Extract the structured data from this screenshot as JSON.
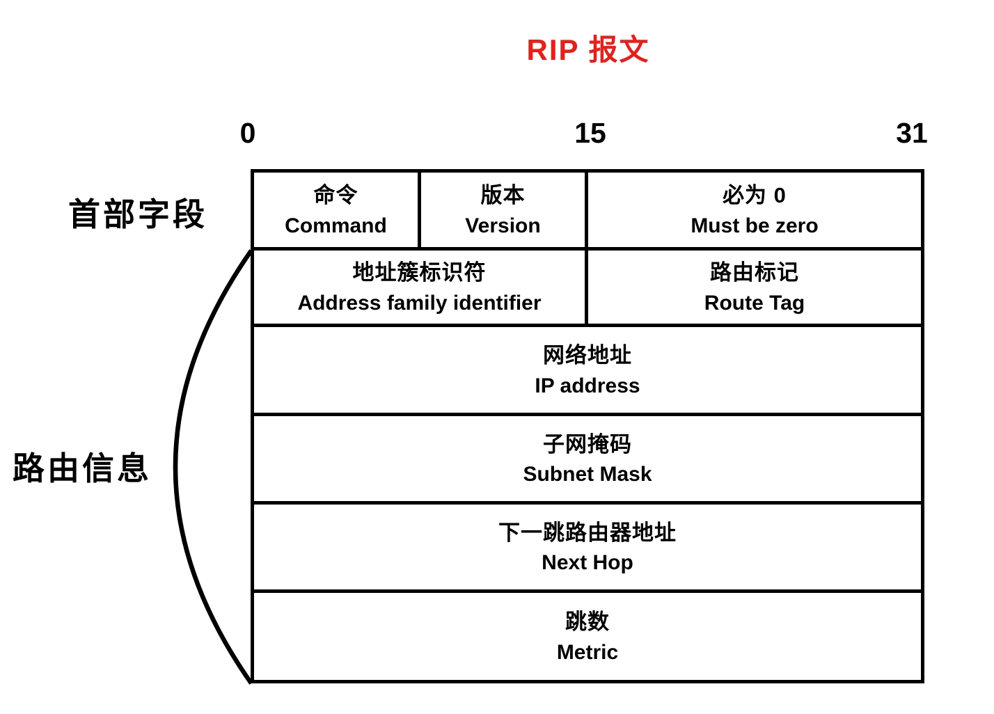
{
  "title": "RIP 报文",
  "colors": {
    "title": "#ed1c16",
    "line": "#000000",
    "background": "#ffffff"
  },
  "bits": {
    "start": "0",
    "middle": "15",
    "end": "31"
  },
  "groups": {
    "header": {
      "label": "首部字段"
    },
    "route": {
      "label": "路由信息"
    }
  },
  "table": {
    "rows": [
      {
        "cells": [
          {
            "zh": "命令",
            "en": "Command"
          },
          {
            "zh": "版本",
            "en": "Version"
          },
          {
            "zh": "必为 0",
            "en": "Must be zero"
          }
        ]
      },
      {
        "cells": [
          {
            "zh": "地址簇标识符",
            "en": "Address family identifier"
          },
          {
            "zh": "路由标记",
            "en": "Route Tag"
          }
        ]
      },
      {
        "cells": [
          {
            "zh": "网络地址",
            "en": "IP address"
          }
        ]
      },
      {
        "cells": [
          {
            "zh": "子网掩码",
            "en": "Subnet Mask"
          }
        ]
      },
      {
        "cells": [
          {
            "zh": "下一跳路由器地址",
            "en": "Next Hop"
          }
        ]
      },
      {
        "cells": [
          {
            "zh": "跳数",
            "en": "Metric"
          }
        ]
      }
    ]
  }
}
